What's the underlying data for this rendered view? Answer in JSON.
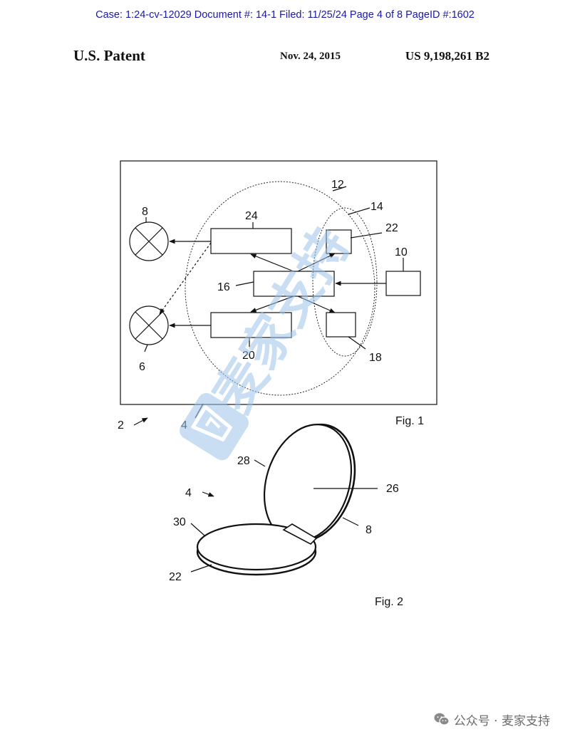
{
  "case_header": "Case: 1:24-cv-12029 Document #: 14-1 Filed: 11/25/24 Page 4 of 8 PageID #:1602",
  "patent_header": {
    "left": "U.S. Patent",
    "date": "Nov. 24, 2015",
    "number": "US 9,198,261 B2"
  },
  "figure1": {
    "caption": "Fig. 1",
    "labels": {
      "l2": "2",
      "l4": "4",
      "l6": "6",
      "l8": "8",
      "l10": "10",
      "l12": "12",
      "l14": "14",
      "l16": "16",
      "l18": "18",
      "l20": "20",
      "l22": "22",
      "l24": "24"
    }
  },
  "figure2": {
    "caption": "Fig. 2",
    "labels": {
      "l4": "4",
      "l8": "8",
      "l22": "22",
      "l26": "26",
      "l28": "28",
      "l30": "30"
    }
  },
  "watermark": {
    "text": "麦家支持",
    "color": "#9ec4ea"
  },
  "footer": {
    "icon": "wechat-icon",
    "text": "公众号 · 麦家支持"
  }
}
